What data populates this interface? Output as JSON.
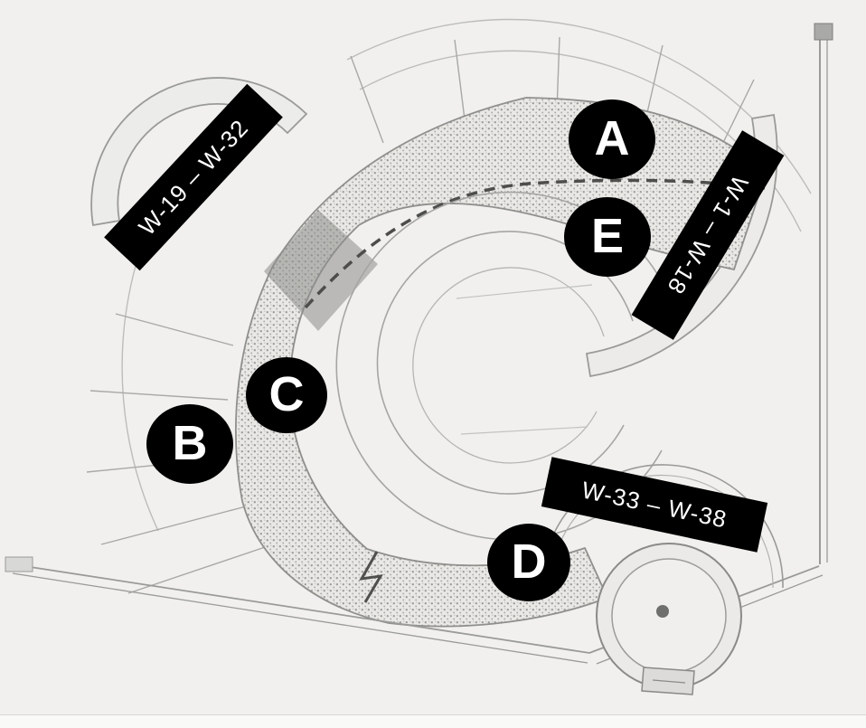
{
  "plan": {
    "markers": [
      {
        "id": "A",
        "letter": "A"
      },
      {
        "id": "E",
        "letter": "E"
      },
      {
        "id": "C",
        "letter": "C"
      },
      {
        "id": "B",
        "letter": "B"
      },
      {
        "id": "D",
        "letter": "D"
      }
    ],
    "banners": [
      {
        "id": "west-upper",
        "label": "W-19 – W-32"
      },
      {
        "id": "west-right",
        "label": "W-1 – W-18"
      },
      {
        "id": "west-lower",
        "label": "W-33 – W-38"
      }
    ],
    "colors": {
      "annotation_bg": "#000000",
      "annotation_text": "#ffffff",
      "drawing_line": "#9a9a9a",
      "paper": "#f1f0ee"
    }
  }
}
